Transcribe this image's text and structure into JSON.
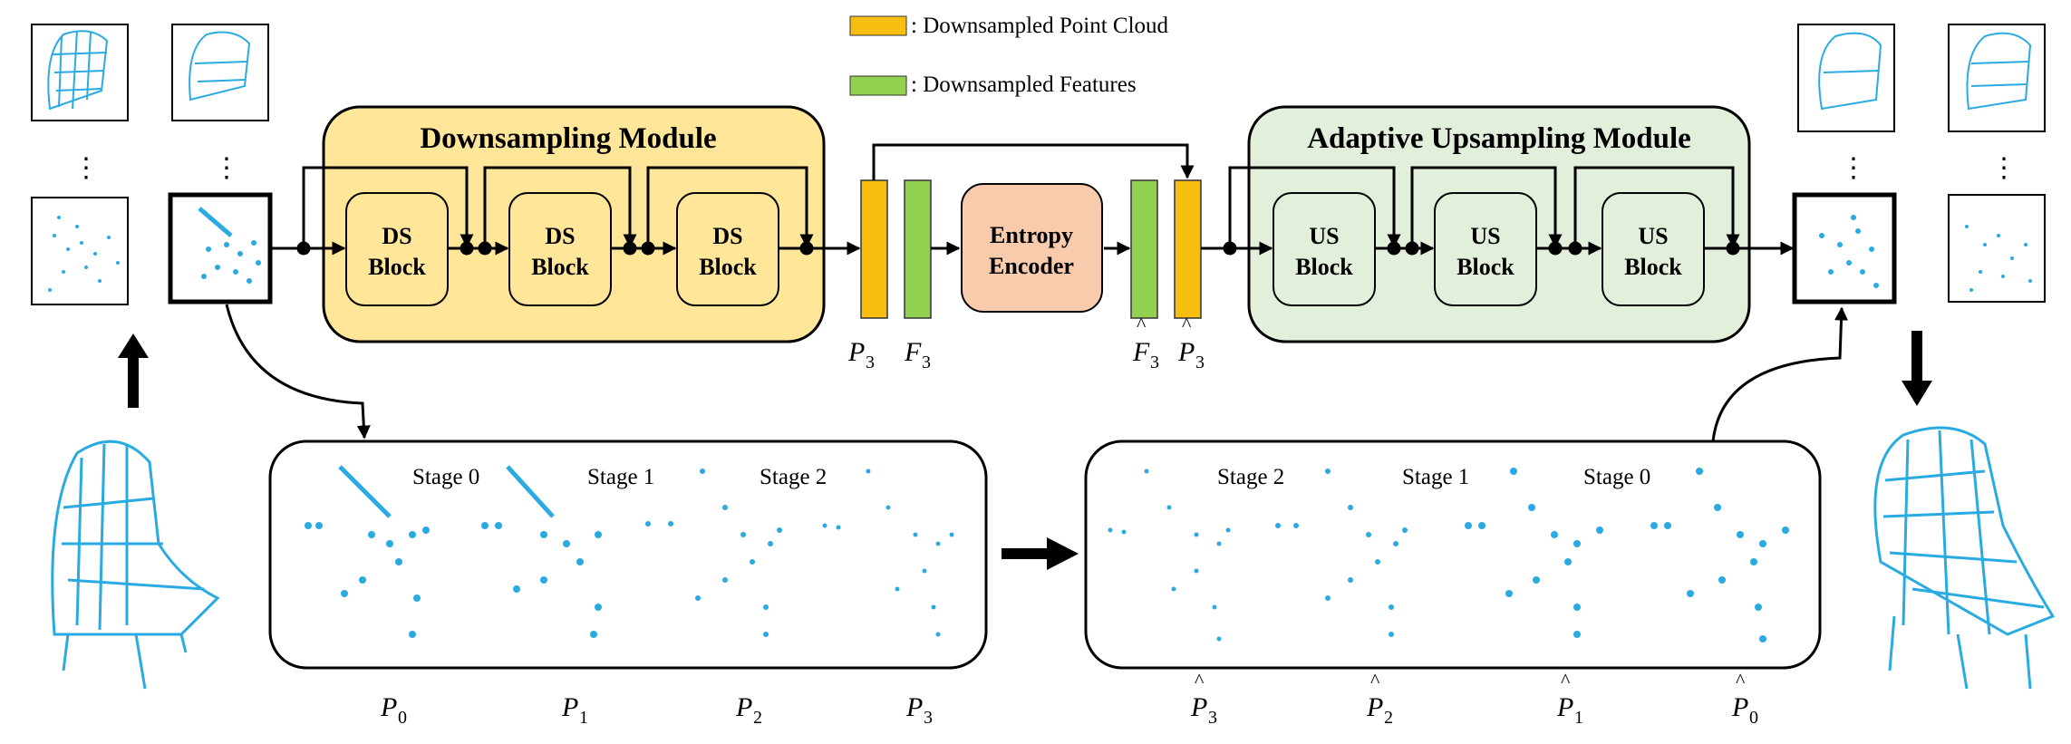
{
  "legend": {
    "items": [
      {
        "label": ": Downsampled Point Cloud",
        "color": "#f7bd0f"
      },
      {
        "label": ": Downsampled Features",
        "color": "#92d050"
      }
    ]
  },
  "modules": {
    "downsampling": {
      "title": "Downsampling Module",
      "fill": "#ffe699",
      "blocks": [
        "DS",
        "DS",
        "DS"
      ],
      "block_line2": "Block"
    },
    "upsampling": {
      "title": "Adaptive Upsampling  Module",
      "fill": "#e2efda",
      "blocks": [
        "US",
        "US",
        "US"
      ],
      "block_line2": "Block"
    },
    "entropy_encoder": {
      "line1": "Entropy",
      "line2": "Encoder",
      "fill": "#f8cbad"
    }
  },
  "bar_labels": {
    "p3": {
      "main": "P",
      "sub": "3",
      "hat": false
    },
    "f3": {
      "main": "F",
      "sub": "3",
      "hat": false
    },
    "f3_hat": {
      "main": "F",
      "sub": "3",
      "hat": true
    },
    "p3_hat": {
      "main": "P",
      "sub": "3",
      "hat": true
    }
  },
  "left_panel": {
    "stages": [
      "Stage 0",
      "Stage 1",
      "Stage 2"
    ],
    "labels": [
      {
        "main": "P",
        "sub": "0",
        "hat": false
      },
      {
        "main": "P",
        "sub": "1",
        "hat": false
      },
      {
        "main": "P",
        "sub": "2",
        "hat": false
      },
      {
        "main": "P",
        "sub": "3",
        "hat": false
      }
    ]
  },
  "right_panel": {
    "stages": [
      "Stage 2",
      "Stage 1",
      "Stage 0"
    ],
    "labels": [
      {
        "main": "P",
        "sub": "3",
        "hat": true
      },
      {
        "main": "P",
        "sub": "2",
        "hat": true
      },
      {
        "main": "P",
        "sub": "1",
        "hat": true
      },
      {
        "main": "P",
        "sub": "0",
        "hat": true
      }
    ]
  },
  "ellipsis": "⋮",
  "colors": {
    "point_cloud": "#29abe2",
    "arrow": "#000000"
  }
}
